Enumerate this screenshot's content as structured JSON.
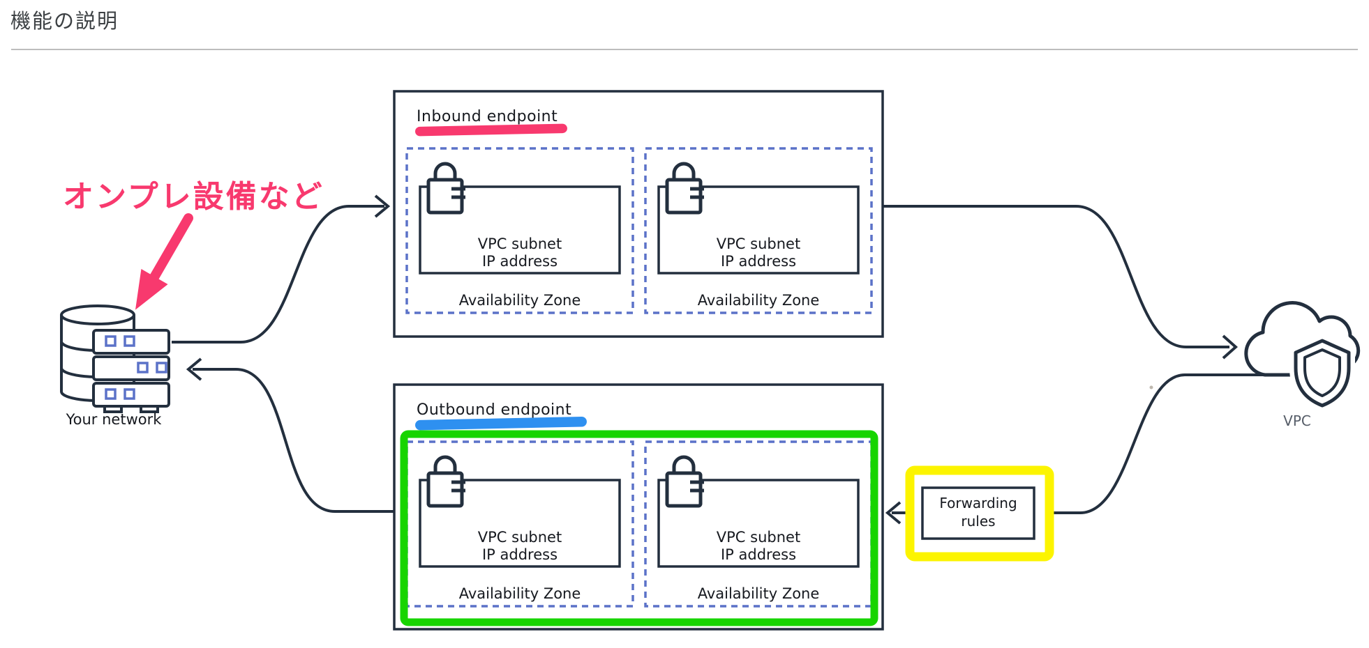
{
  "page": {
    "title": "機能の説明"
  },
  "annotations": {
    "onprem_label": "オンプレ設備など"
  },
  "colors": {
    "ink": "#232f3e",
    "az_blue": "#5b72c8",
    "pink": "#f8396e",
    "marker_blue": "#2e90f0",
    "green": "#17d400",
    "yellow": "#fcf400",
    "divider_gray": "#bdbdbd",
    "label_gray": "#565d68"
  },
  "network": {
    "label": "Your network"
  },
  "vpc": {
    "label": "VPC"
  },
  "inbound": {
    "title": "Inbound endpoint",
    "zones": [
      {
        "subnet_line1": "VPC subnet",
        "subnet_line2": "IP address",
        "az": "Availability Zone"
      },
      {
        "subnet_line1": "VPC subnet",
        "subnet_line2": "IP address",
        "az": "Availability Zone"
      }
    ]
  },
  "outbound": {
    "title": "Outbound endpoint",
    "zones": [
      {
        "subnet_line1": "VPC subnet",
        "subnet_line2": "IP address",
        "az": "Availability Zone"
      },
      {
        "subnet_line1": "VPC subnet",
        "subnet_line2": "IP address",
        "az": "Availability Zone"
      }
    ]
  },
  "forwarding": {
    "line1": "Forwarding",
    "line2": "rules"
  }
}
